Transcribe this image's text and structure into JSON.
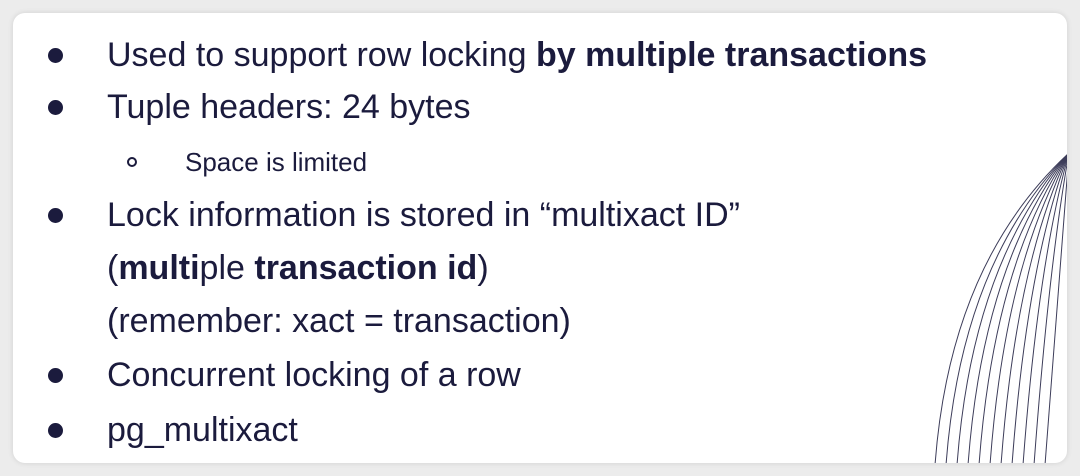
{
  "bullets": [
    {
      "text": "Used to support row locking ",
      "bold": "by multiple transactions"
    },
    {
      "text": "Tuple headers: 24 bytes"
    },
    {
      "sub": "Space is limited"
    },
    {
      "line1": "Lock information  is stored in “multixact ID”",
      "line2": {
        "open": "(",
        "b1": "multi",
        "t1": "ple ",
        "b2": "transaction id",
        "close": ")"
      },
      "line3": "(remember: xact = transaction)"
    },
    {
      "text": "Concurrent locking of a row"
    },
    {
      "text": "pg_multixact"
    }
  ],
  "colors": {
    "text": "#1b1b3d",
    "card": "#ffffff",
    "background": "#ececec"
  }
}
